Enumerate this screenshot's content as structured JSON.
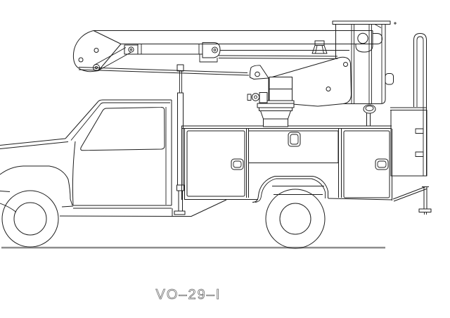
{
  "canvas": {
    "background": "#ffffff"
  },
  "palette": {
    "line": "#1e1e1e",
    "ground_line": "#8c8c8c",
    "label_text": "#6d6d6d"
  },
  "figure": {
    "label": "VO–29–I",
    "subject": "aerial bucket utility truck, side elevation line drawing, boom stowed"
  },
  "parts": [
    "cab",
    "hood",
    "front-fender",
    "front-wheel",
    "rear-wheel",
    "chassis",
    "roof-mast",
    "service-body",
    "compartment-door-front",
    "compartment-door-top",
    "compartment-door-rear",
    "rear-wheel-arch",
    "boom-pedestal",
    "boom-rest-box",
    "upper-boom",
    "lift-cylinder",
    "boom-elbow",
    "leveling-rod",
    "lower-boom",
    "bucket",
    "rear-storage-box",
    "ladder-rail",
    "rear-stabilizer-leg",
    "ground-line"
  ]
}
